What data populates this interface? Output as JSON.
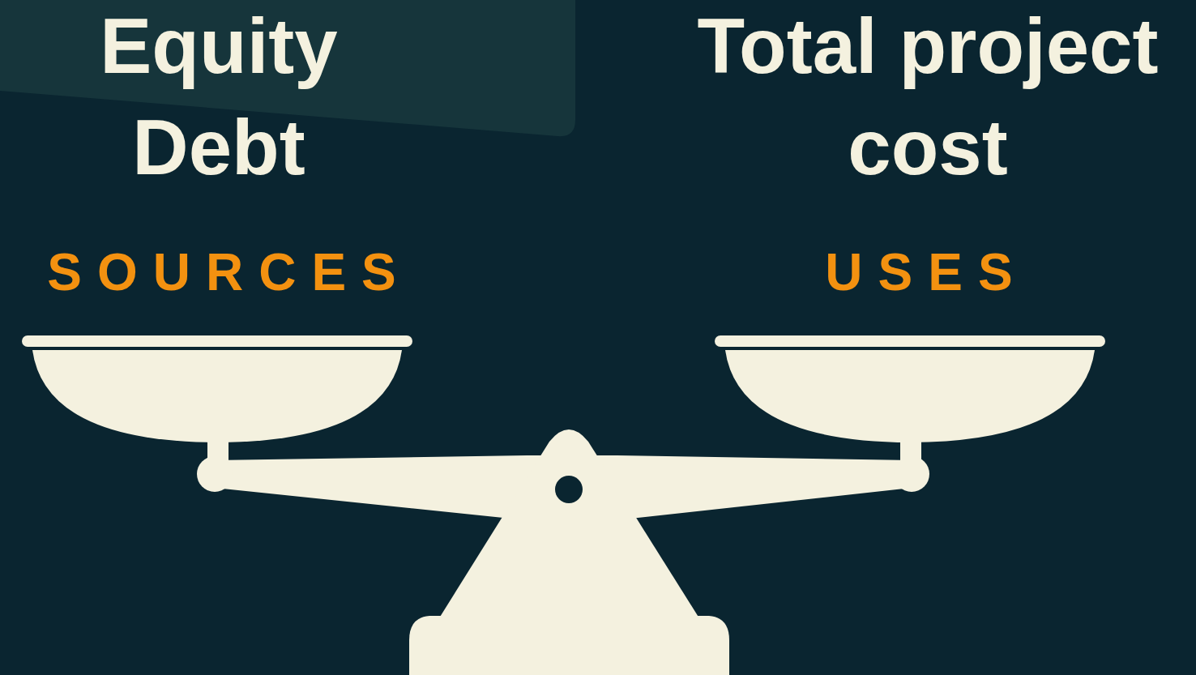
{
  "diagram": {
    "labels": [
      "Equity",
      "Debt",
      "Total project cost",
      "SOURCES",
      "USES"
    ]
  }
}
